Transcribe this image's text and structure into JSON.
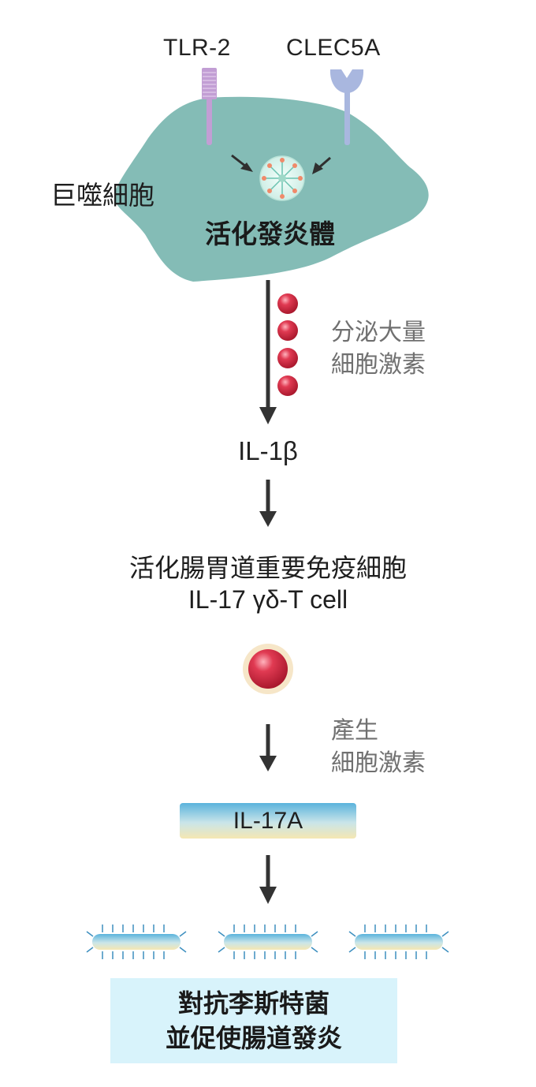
{
  "receptors": {
    "tlr2": "TLR-2",
    "clec5a": "CLEC5A"
  },
  "cells": {
    "macrophage": "巨噬細胞",
    "inflammasome": "活化發炎體"
  },
  "notes": {
    "secrete_line1": "分泌大量",
    "secrete_line2": "細胞激素",
    "produce_line1": "產生",
    "produce_line2": "細胞激素"
  },
  "cytokines": {
    "il1b": "IL-1β",
    "il17a": "IL-17A"
  },
  "activation": {
    "line1": "活化腸胃道重要免疫細胞",
    "line2": "IL-17 γδ-T cell"
  },
  "result": {
    "line1": "對抗李斯特菌",
    "line2": "並促使腸道發炎"
  },
  "colors": {
    "macrophage_fill": "#84bcb6",
    "tlr2": "#c29ed4",
    "clec5a": "#a9b7df",
    "arrow": "#333333",
    "cytokine_ball": "#c8253d",
    "note_text": "#707070",
    "result_bg": "#d8f3fb"
  }
}
